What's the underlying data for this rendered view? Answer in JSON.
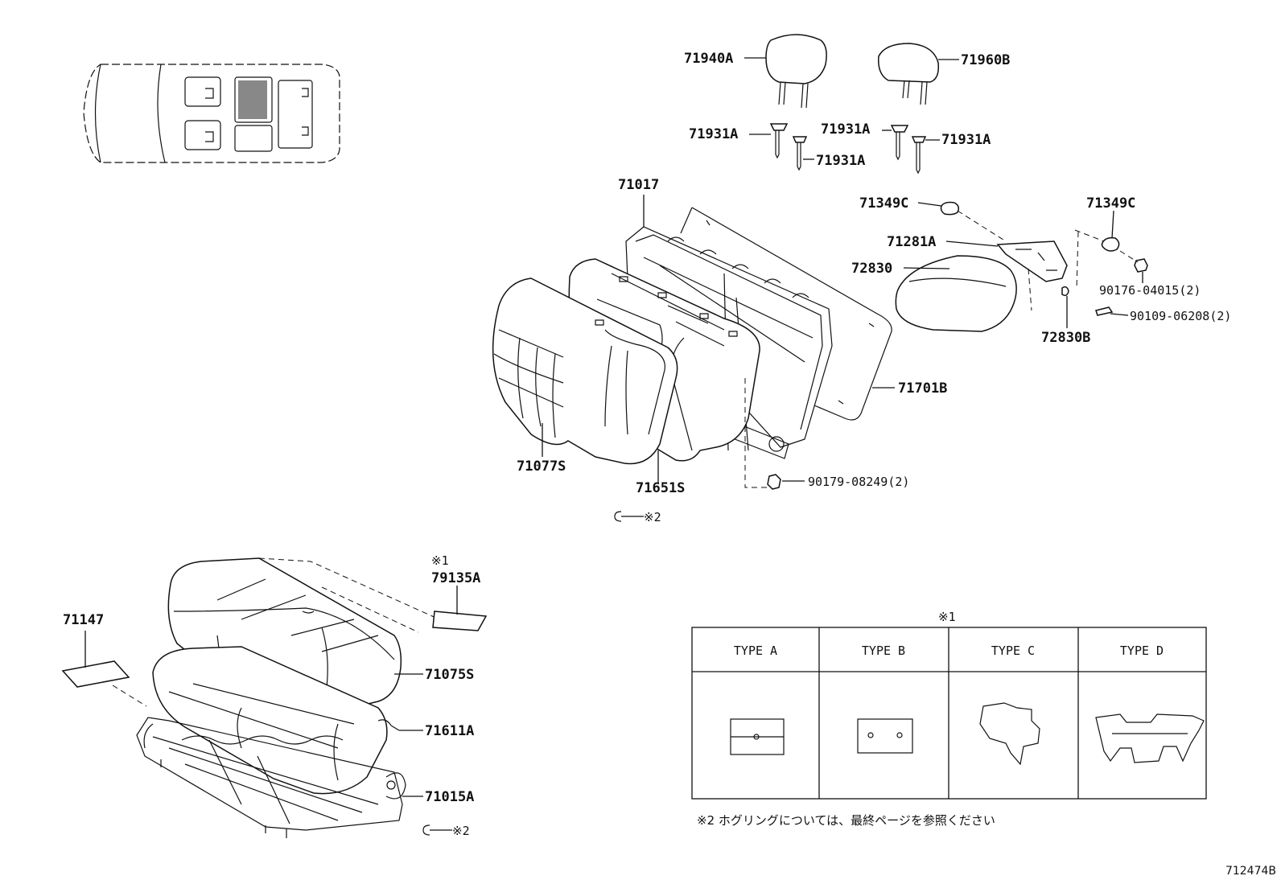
{
  "labels": {
    "p71940A": "71940A",
    "p71960B": "71960B",
    "p71931A_1": "71931A",
    "p71931A_2": "71931A",
    "p71931A_3": "71931A",
    "p71931A_4": "71931A",
    "p71017": "71017",
    "p71349C_1": "71349C",
    "p71349C_2": "71349C",
    "p71281A": "71281A",
    "p72830": "72830",
    "p90176": "90176-04015(2)",
    "p90109": "90109-06208(2)",
    "p72830B": "72830B",
    "p71701B": "71701B",
    "p71077S": "71077S",
    "p71651S": "71651S",
    "p90179": "90179-08249(2)",
    "hogring_ref_top": "※2",
    "p71147": "71147",
    "ref1_small": "※1",
    "p79135A": "79135A",
    "p71075S": "71075S",
    "p71611A": "71611A",
    "p71015A": "71015A",
    "hogring_ref_bottom": "※2"
  },
  "table": {
    "title": "※1",
    "headers": [
      "TYPE A",
      "TYPE B",
      "TYPE C",
      "TYPE D"
    ]
  },
  "note": "※2  ホグリングについては、最終ページを参照ください",
  "image_id": "712474B"
}
